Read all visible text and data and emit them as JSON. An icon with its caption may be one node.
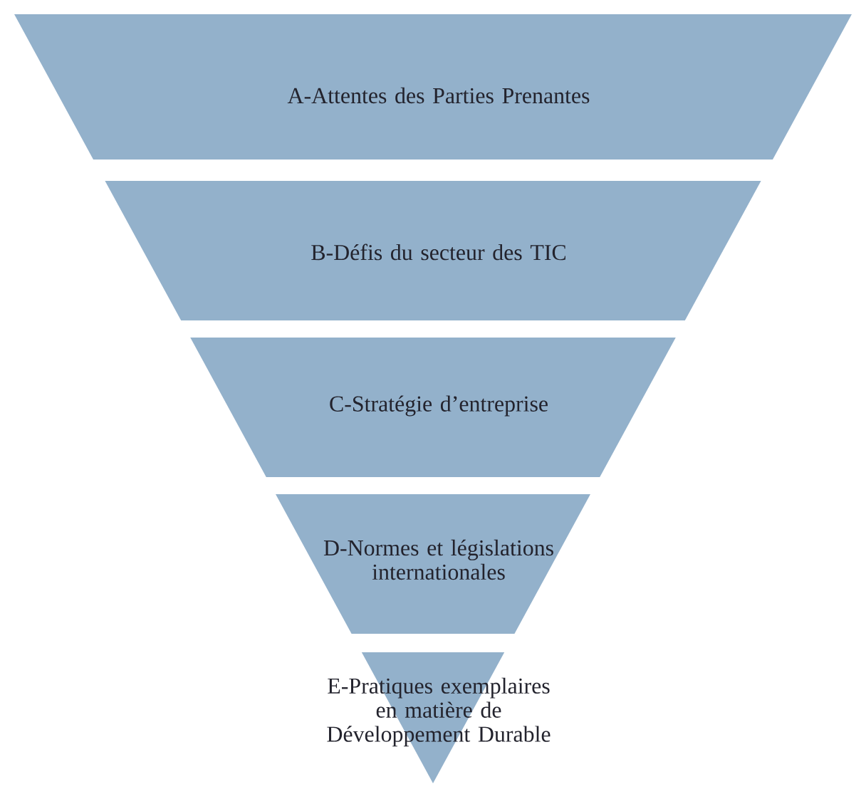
{
  "diagram": {
    "nodes": [
      {
        "text": [
          "A-Attentes des Parties Prenantes"
        ]
      },
      {
        "text": [
          "B-Défis du secteur des TIC"
        ]
      },
      {
        "text": [
          "C-Stratégie d’entreprise"
        ]
      },
      {
        "text": [
          "D-Normes et législations internationales"
        ]
      },
      {
        "text": [
          "E-Pratiques exemplaires en matière de Développement Durable"
        ]
      }
    ]
  }
}
